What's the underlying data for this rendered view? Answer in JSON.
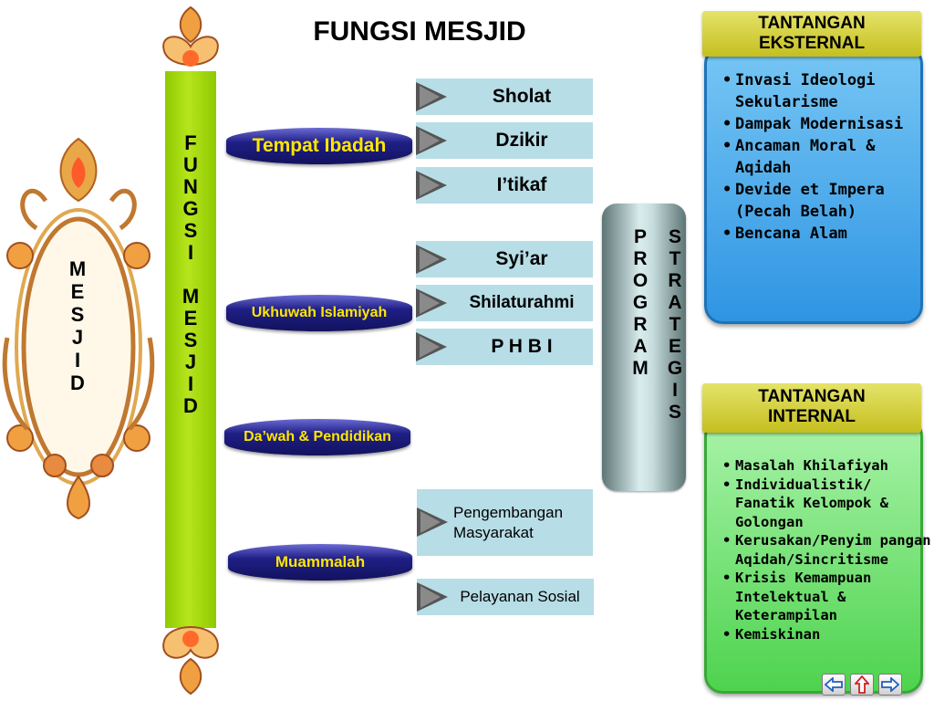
{
  "title": "FUNGSI MESJID",
  "ornament_word": [
    "M",
    "E",
    "S",
    "J",
    "I",
    "D"
  ],
  "bar_word": [
    "F",
    "U",
    "N",
    "G",
    "S",
    "I",
    "",
    "M",
    "E",
    "S",
    "J",
    "I",
    "D"
  ],
  "categories": [
    {
      "label": "Tempat Ibadah"
    },
    {
      "label": "Ukhuwah Islamiyah"
    },
    {
      "label": "Da’wah & Pendidikan"
    },
    {
      "label": "Muammalah"
    }
  ],
  "items": [
    {
      "label": "Sholat"
    },
    {
      "label": "Dzikir"
    },
    {
      "label": "I’tikaf"
    },
    {
      "label": "Syi’ar"
    },
    {
      "label": "Shilaturahmi"
    },
    {
      "label": "P H B I"
    },
    {
      "label": "Pengembangan Masyarakat"
    },
    {
      "label": "Pelayanan Sosial"
    }
  ],
  "program_strategis": {
    "col1": [
      "P",
      "R",
      "O",
      "G",
      "R",
      "A",
      "M"
    ],
    "col2": [
      "S",
      "T",
      "R",
      "A",
      "T",
      "E",
      "G",
      "I",
      "S"
    ]
  },
  "eksternal": {
    "heading_line1": "TANTANGAN",
    "heading_line2": "EKSTERNAL",
    "items": [
      "Invasi Ideologi Sekularisme",
      "Dampak Modernisasi",
      "Ancaman Moral & Aqidah",
      "Devide et Impera (Pecah Belah)",
      "Bencana Alam"
    ]
  },
  "internal": {
    "heading_line1": "TANTANGAN",
    "heading_line2": "INTERNAL",
    "items": [
      "Masalah Khilafiyah",
      "Individualistik/ Fanatik Kelompok & Golongan",
      "Kerusakan/Penyim pangan Aqidah/Sincritisme",
      "Krisis Kemampuan Intelektual & Keterampilan",
      "Kemiskinan"
    ]
  },
  "nav": {
    "prev": "left-arrow-icon",
    "home": "up-arrow-icon",
    "next": "right-arrow-icon"
  },
  "colors": {
    "bar_green": "#a2d80e",
    "pill_navy": "#1f1f86",
    "pill_text": "#ffe600",
    "item_bg": "#b7dde6",
    "panel_blue": "#2f95e3",
    "panel_green": "#4ed34e",
    "heading_olive": "#d4cf3a"
  }
}
